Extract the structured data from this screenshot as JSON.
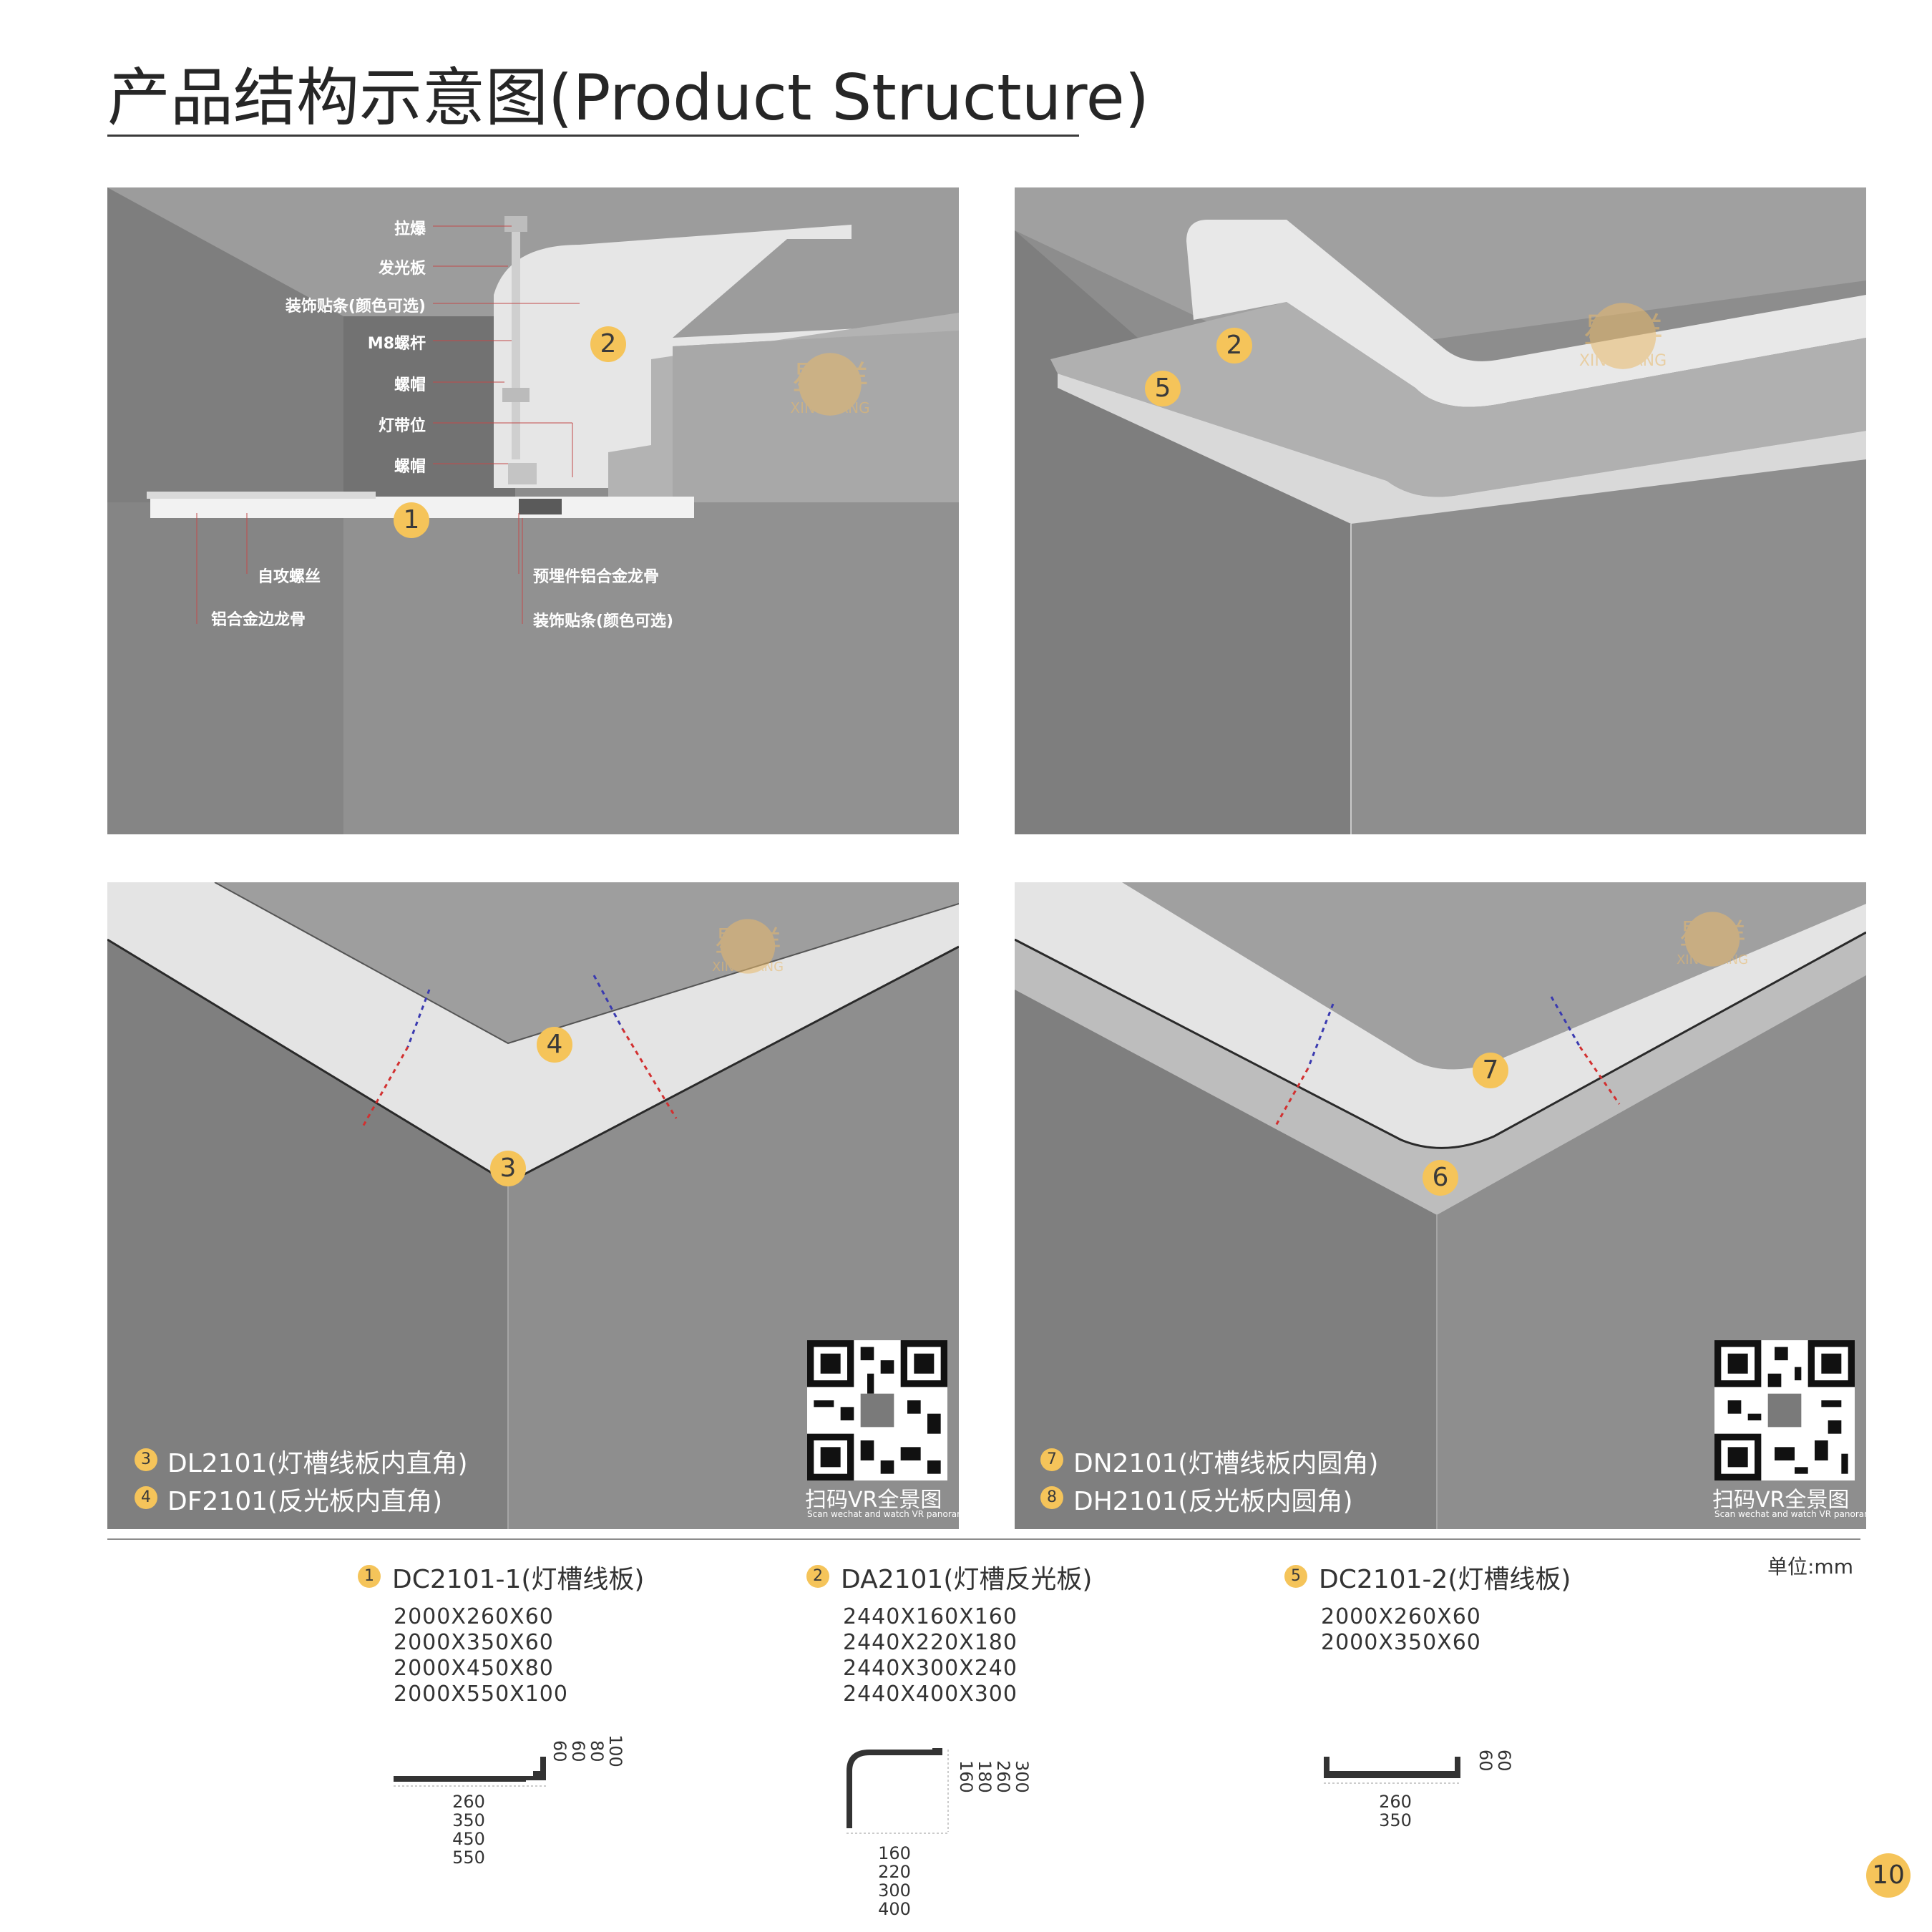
{
  "title": "产品结构示意图(Product Structure)",
  "panel1": {
    "labels": {
      "labao": "拉爆",
      "faguangban": "发光板",
      "zhuangshi_top": "装饰贴条(颜色可选)",
      "m8": "M8螺杆",
      "luomao1": "螺帽",
      "dengdai": "灯带位",
      "luomao2": "螺帽",
      "zigong": "自攻螺丝",
      "lvbian": "铝合金边龙骨",
      "yumai": "预埋件铝合金龙骨",
      "zhuangshi_bottom": "装饰贴条(颜色可选)"
    },
    "badges": [
      "2",
      "1"
    ]
  },
  "panel2": {
    "badges": [
      "2",
      "5"
    ]
  },
  "panel3": {
    "badges": [
      "4",
      "3"
    ],
    "legend": [
      {
        "num": "3",
        "text": "DL2101(灯槽线板内直角)"
      },
      {
        "num": "4",
        "text": "DF2101(反光板内直角)"
      }
    ]
  },
  "panel4": {
    "badges": [
      "7",
      "6"
    ],
    "legend": [
      {
        "num": "7",
        "text": "DN2101(灯槽线板内圆角)"
      },
      {
        "num": "8",
        "text": "DH2101(反光板内圆角)"
      }
    ]
  },
  "watermark": {
    "cn": "星 洋",
    "en": "XING YANG"
  },
  "qr": {
    "main": "扫码VR全景图",
    "sub": "Scan wechat and watch VR panorama"
  },
  "unit": "单位:mm",
  "specs": [
    {
      "num": "1",
      "title": "DC2101-1(灯槽线板)",
      "sizes": [
        "2000X260X60",
        "2000X350X60",
        "2000X450X80",
        "2000X550X100"
      ],
      "widths": [
        "260",
        "350",
        "450",
        "550"
      ],
      "heights": [
        "60",
        "60",
        "80",
        "100"
      ]
    },
    {
      "num": "2",
      "title": "DA2101(灯槽反光板)",
      "sizes": [
        "2440X160X160",
        "2440X220X180",
        "2440X300X240",
        "2440X400X300"
      ],
      "widths": [
        "160",
        "220",
        "300",
        "400"
      ],
      "heights": [
        "160",
        "180",
        "260",
        "300"
      ]
    },
    {
      "num": "5",
      "title": "DC2101-2(灯槽线板)",
      "sizes": [
        "2000X260X60",
        "2000X350X60"
      ],
      "widths": [
        "260",
        "350"
      ],
      "heights": [
        "60",
        "60"
      ]
    }
  ],
  "page_number": "10"
}
